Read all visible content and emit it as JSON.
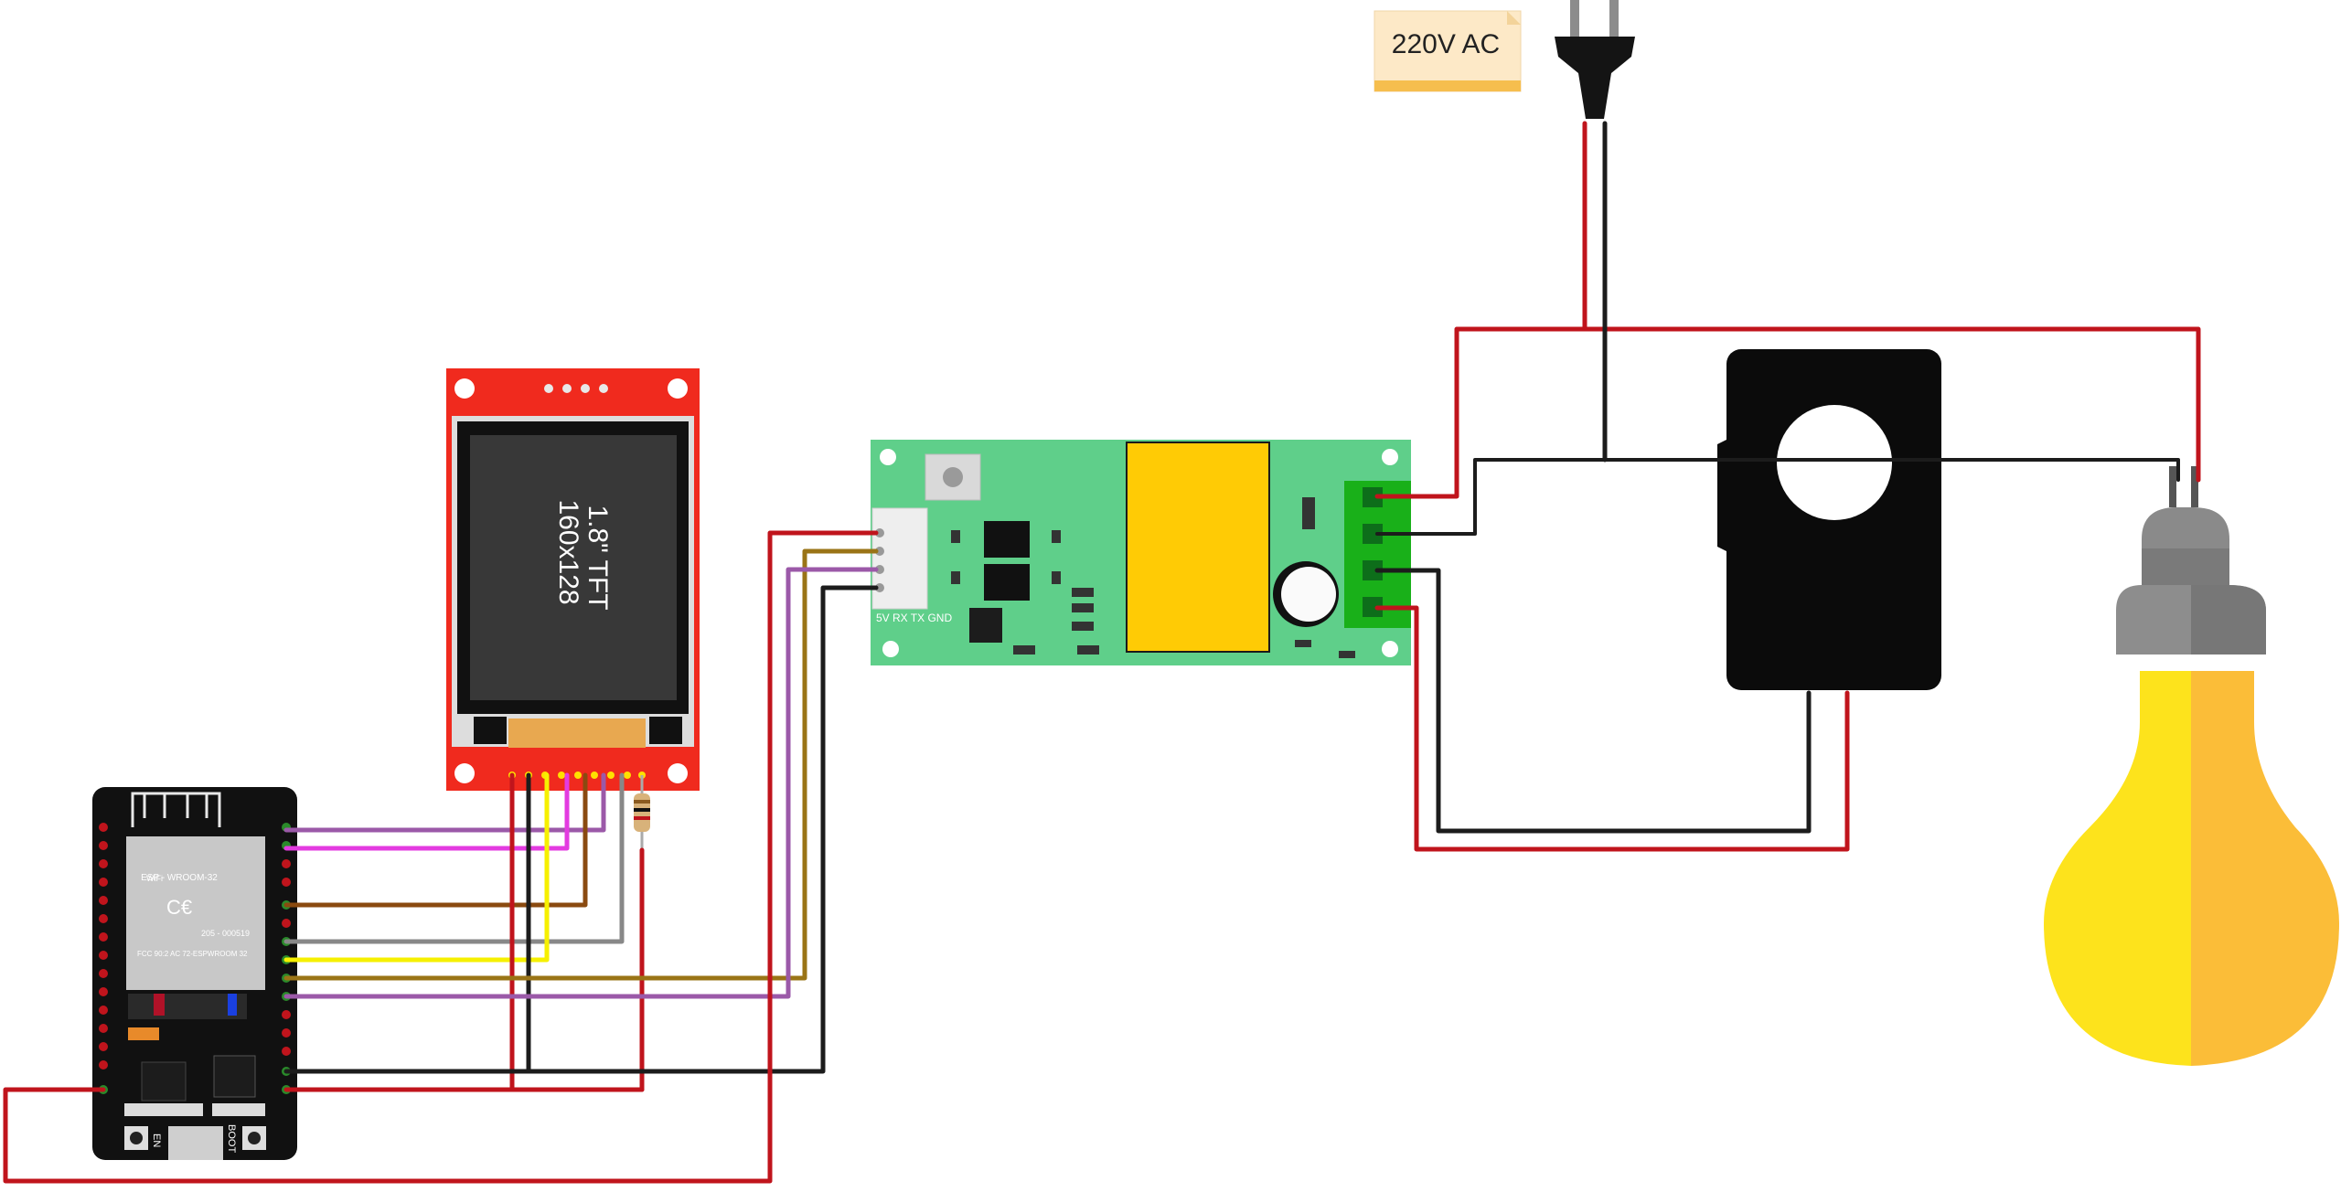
{
  "note": {
    "text": "220V AC"
  },
  "tft": {
    "text_line1": "1.8\" TFT",
    "text_line2": "160x128"
  },
  "pzem": {
    "pin_labels": "5V RX TX GND"
  },
  "esp32": {
    "module_label": "ESP - WROOM-32",
    "cert_number": "205 - 000519",
    "fcc_label": "FCC 90:2 AC 72-ESPWROOM 32",
    "en_label": "EN",
    "boot_label": "BOOT"
  },
  "colors": {
    "red_wire": "#c0141c",
    "black_wire": "#1c1c1c",
    "tft_red": "#f02a1e",
    "pzem_green": "#5fcf8a",
    "relay_yellow": "#ffcb05",
    "note_bg": "#fde9c7",
    "bulb_yellow_left": "#fde31c",
    "bulb_yellow_right": "#fbbd38"
  }
}
